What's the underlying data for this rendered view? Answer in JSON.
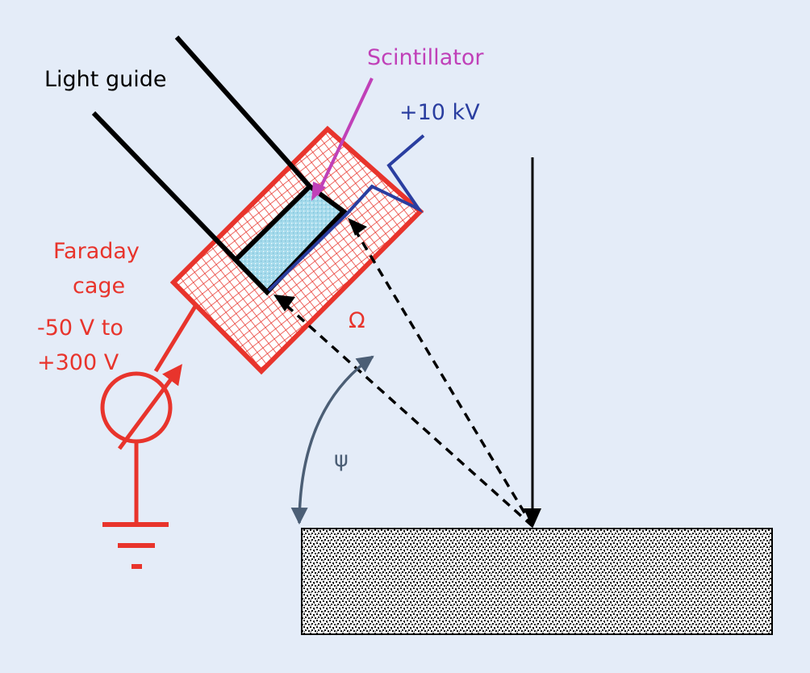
{
  "labels": {
    "light_guide": "Light guide",
    "scintillator": "Scintillator",
    "voltage": "+10 kV",
    "faraday_line1": "Faraday",
    "faraday_line2": "cage",
    "range_line1": "-50 V to",
    "range_line2": "+300 V",
    "omega": "Ω",
    "psi": "ψ"
  },
  "colors": {
    "background": "#e4ecf8",
    "faraday": "#e8342c",
    "scintillator_text": "#c040b8",
    "scintillator_fill": "#a6dbec",
    "voltage_wire": "#2a3ea0",
    "angle_arc": "#4b5e75",
    "ink": "#000000"
  },
  "icons": {
    "meter": "variable-voltage-source-icon",
    "ground": "ground-icon"
  }
}
